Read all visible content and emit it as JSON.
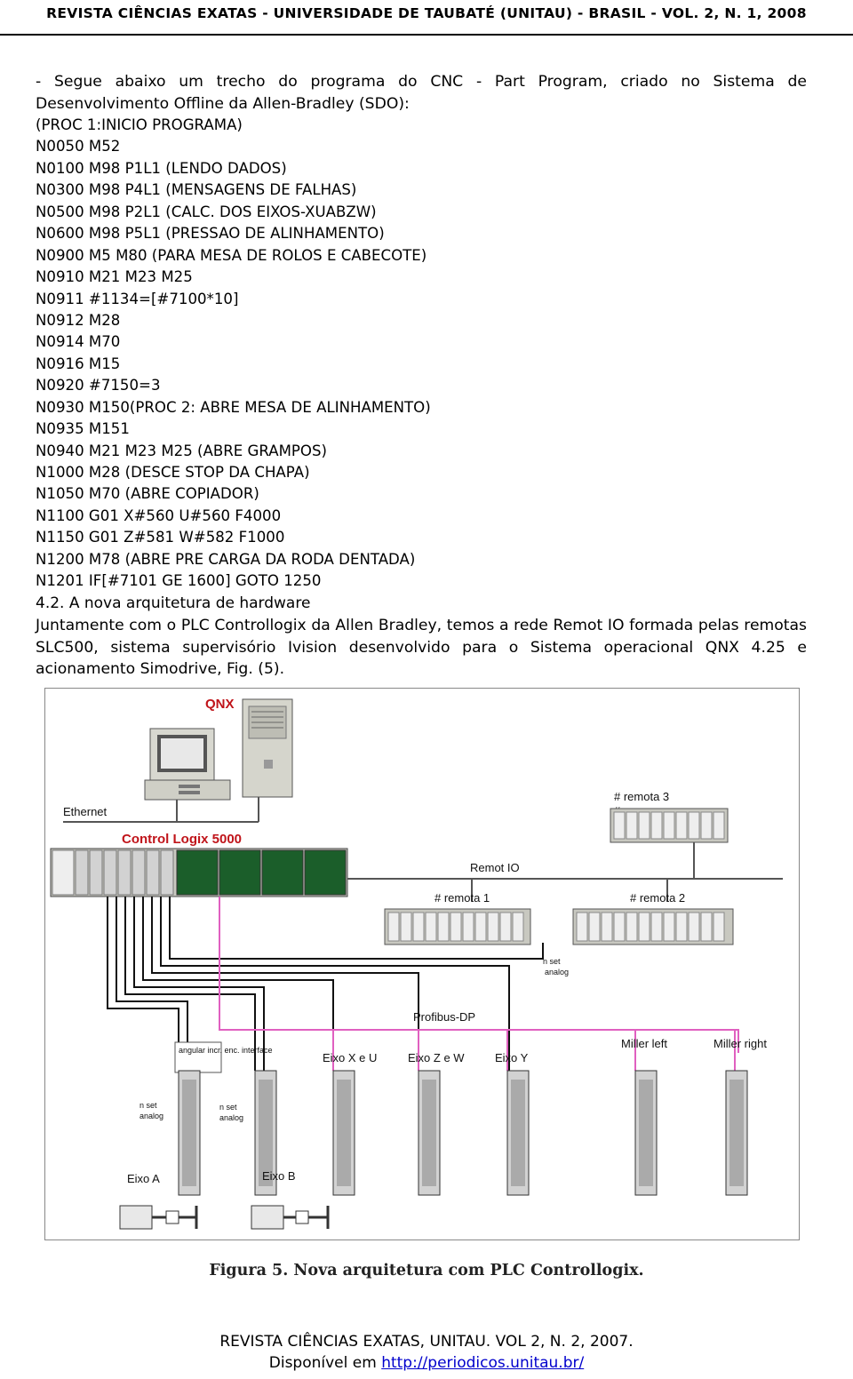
{
  "header": {
    "journal": "REVISTA CIÊNCIAS EXATAS - UNIVERSIDADE DE TAUBATÉ (UNITAU) - BRASIL - VOL. 2, N. 1, 2008"
  },
  "intro": "- Segue abaixo um trecho do programa do CNC - Part Program, criado no Sistema de Desenvolvimento Offline da Allen-Bradley (SDO):",
  "code_lines": [
    "(PROC 1:INICIO PROGRAMA)",
    "N0050 M52",
    "N0100 M98 P1L1 (LENDO DADOS)",
    "N0300 M98 P4L1 (MENSAGENS DE FALHAS)",
    "N0500 M98 P2L1 (CALC. DOS EIXOS-XUABZW)",
    "N0600 M98 P5L1 (PRESSAO DE ALINHAMENTO)",
    "N0900 M5 M80 (PARA MESA DE ROLOS E CABECOTE)",
    "N0910 M21 M23 M25",
    "N0911 #1134=[#7100*10]",
    "N0912 M28",
    "N0914 M70",
    "N0916 M15",
    "N0920 #7150=3",
    "N0930 M150(PROC 2: ABRE MESA DE ALINHAMENTO)",
    "N0935 M151",
    "N0940 M21 M23 M25 (ABRE GRAMPOS)",
    "N1000 M28 (DESCE STOP DA CHAPA)",
    "N1050 M70 (ABRE COPIADOR)",
    "N1100 G01 X#560 U#560 F4000",
    "N1150 G01 Z#581 W#582 F1000",
    "N1200 M78 (ABRE PRE CARGA DA RODA DENTADA)",
    "N1201 IF[#7101 GE 1600] GOTO 1250"
  ],
  "section_title": "4.2. A nova arquitetura de hardware",
  "paragraph": "Juntamente com o PLC Controllogix da Allen Bradley, temos a rede Remot IO formada pelas remotas SLC500, sistema supervisório Ivision desenvolvido para o Sistema operacional QNX 4.25 e acionamento Simodrive, Fig. (5).",
  "figure": {
    "labels": {
      "qnx": "QNX",
      "ethernet": "Ethernet",
      "controllogix": "Control Logix 5000",
      "remote_io": "Remot IO",
      "remota1": "# remota 1",
      "remota2": "# remota 2",
      "remota3": "# remota 3",
      "hash": "#",
      "profibus": "Profibus-DP",
      "nset": "n set",
      "analog": "analog",
      "encoder": "angular incr. enc. interface",
      "eixo_xu": "Eixo X e U",
      "eixo_zw": "Eixo Z e W",
      "eixo_y": "Eixo Y",
      "miller_left": "Miller left",
      "miller_right": "Miller right",
      "eixo_a": "Eixo A",
      "eixo_b": "Eixo B"
    }
  },
  "caption": "Figura 5.  Nova arquitetura com PLC Controllogix.",
  "footer": {
    "line1": "REVISTA CIÊNCIAS EXATAS, UNITAU. VOL 2, N. 2, 2007.",
    "prefix": "Disponível em ",
    "link": "http://periodicos.unitau.br/"
  },
  "colors": {
    "red_label": "#c0141a",
    "link": "#0000cc",
    "cable_pink": "#e060c0"
  }
}
